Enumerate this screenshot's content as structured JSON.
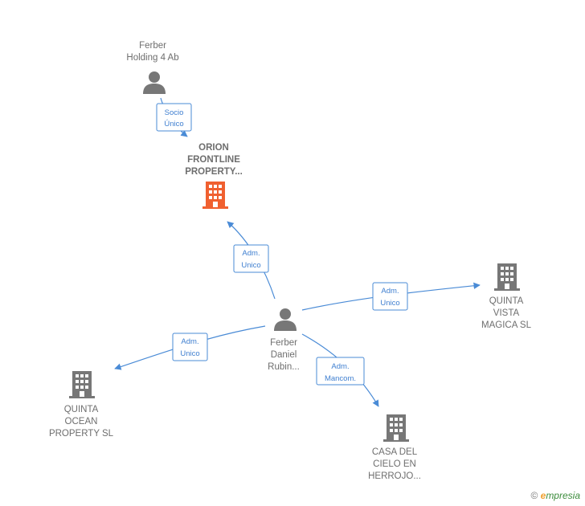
{
  "nodes": {
    "ferber_holding": {
      "lines": [
        "Ferber",
        "Holding 4 Ab"
      ],
      "icon": "person-icon",
      "color": "#777777"
    },
    "orion": {
      "lines": [
        "ORION",
        "FRONTLINE",
        "PROPERTY..."
      ],
      "icon": "building-icon",
      "color": "#f06030"
    },
    "ferber_daniel": {
      "lines": [
        "Ferber",
        "Daniel",
        "Rubin..."
      ],
      "icon": "person-icon",
      "color": "#777777"
    },
    "quinta_vista": {
      "lines": [
        "QUINTA",
        "VISTA",
        "MAGICA  SL"
      ],
      "icon": "building-icon",
      "color": "#777777"
    },
    "quinta_ocean": {
      "lines": [
        "QUINTA",
        "OCEAN",
        "PROPERTY  SL"
      ],
      "icon": "building-icon",
      "color": "#777777"
    },
    "casa_cielo": {
      "lines": [
        "CASA DEL",
        "CIELO EN",
        "HERROJO..."
      ],
      "icon": "building-icon",
      "color": "#777777"
    }
  },
  "edges": [
    {
      "id": "socio-unico",
      "lines": [
        "Socio",
        "Único"
      ]
    },
    {
      "id": "adm-unico-orion",
      "lines": [
        "Adm.",
        "Unico"
      ]
    },
    {
      "id": "adm-unico-vista",
      "lines": [
        "Adm.",
        "Unico"
      ]
    },
    {
      "id": "adm-unico-ocean",
      "lines": [
        "Adm.",
        "Unico"
      ]
    },
    {
      "id": "adm-mancom-casa",
      "lines": [
        "Adm.",
        "Mancom."
      ]
    }
  ],
  "footer": {
    "copyright": "©",
    "brand_initial": "e",
    "brand_rest": "mpresia"
  },
  "colors": {
    "edge": "#4a8bd6",
    "highlight": "#f06030",
    "neutral": "#777777"
  }
}
